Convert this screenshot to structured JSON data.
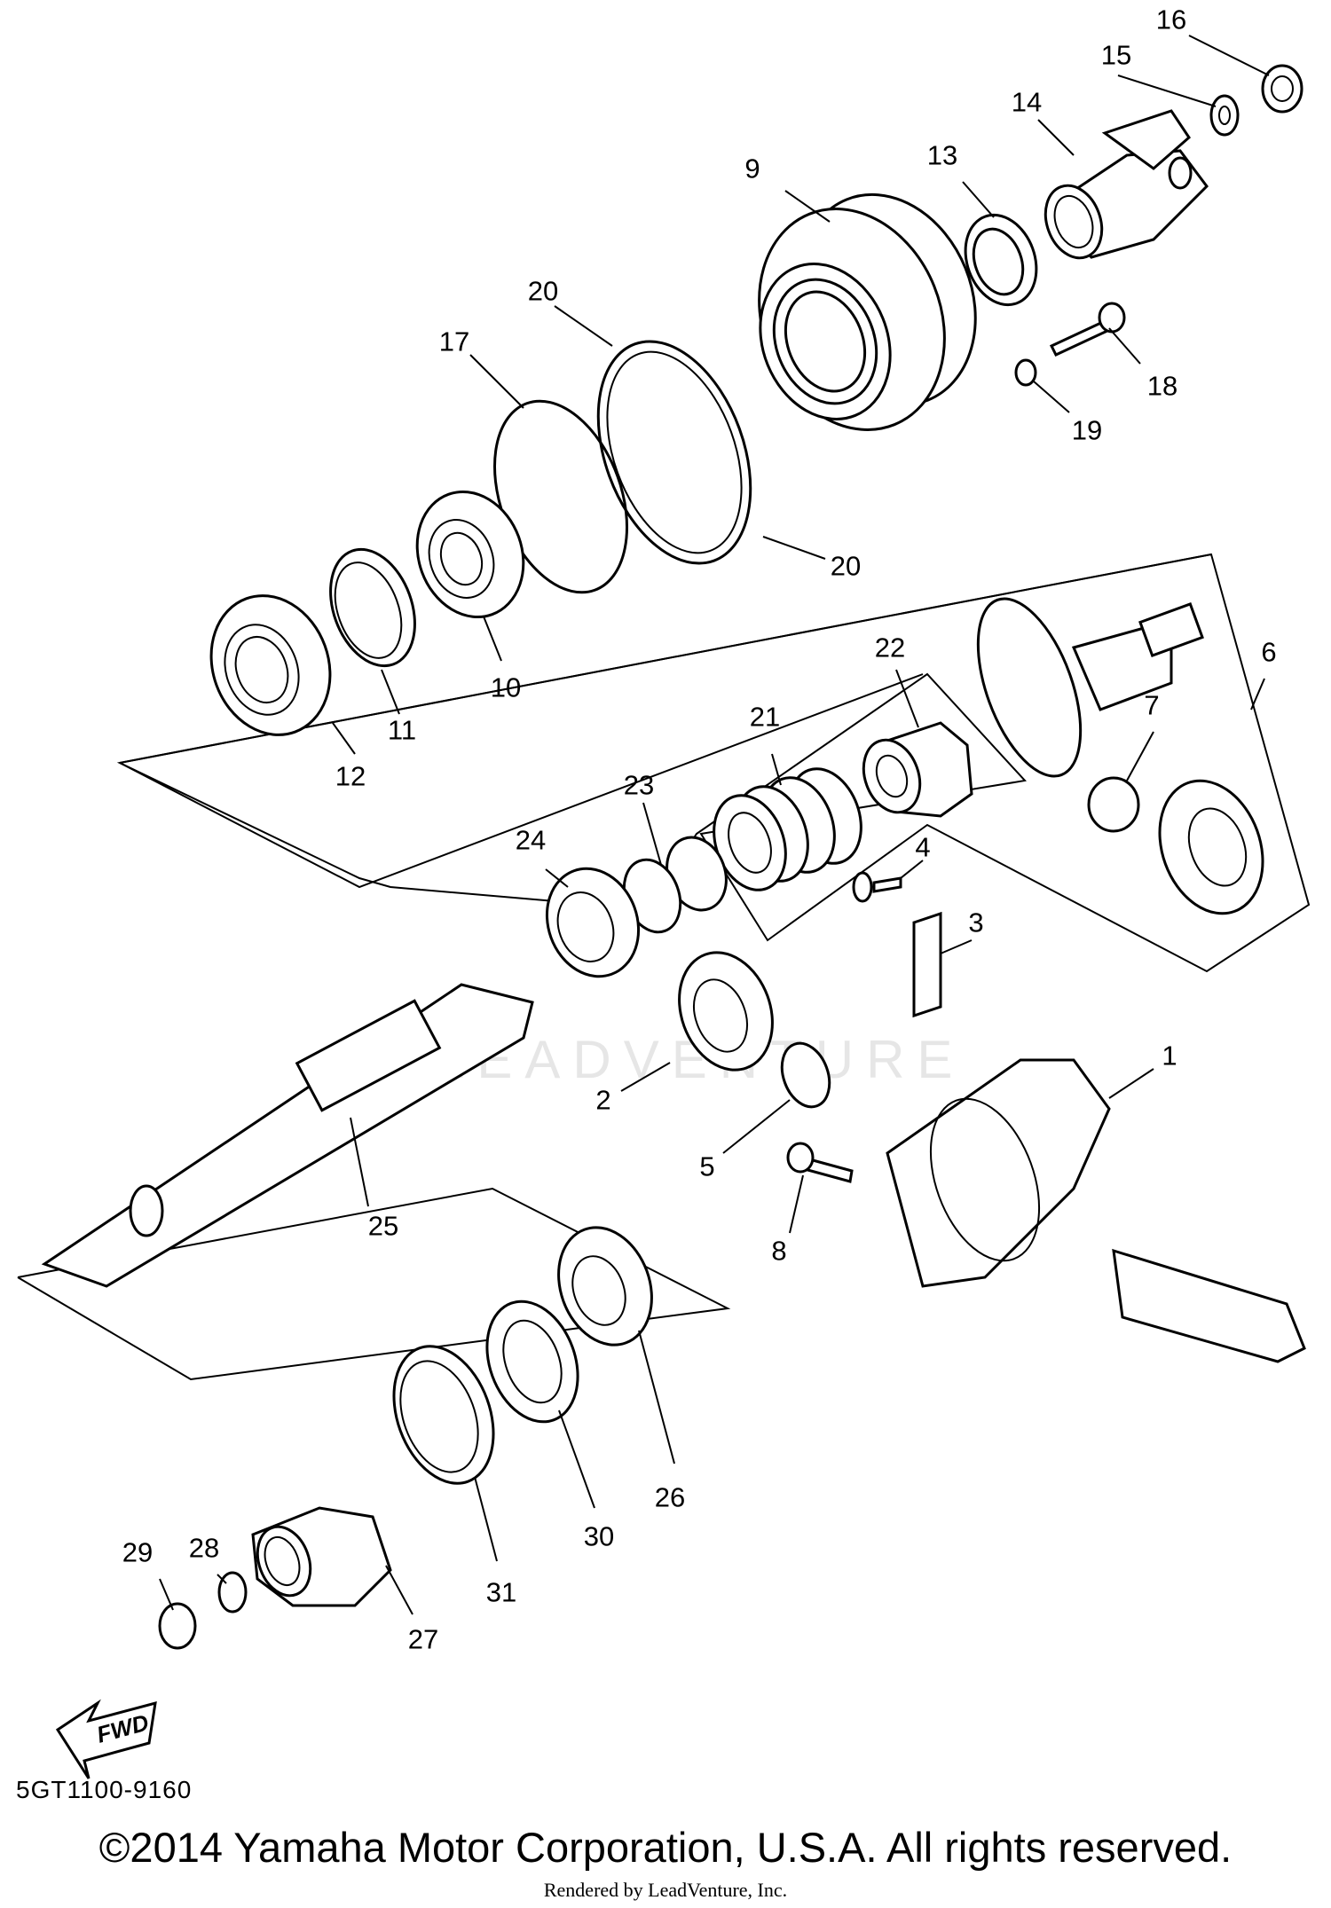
{
  "diagram": {
    "callouts": [
      "1",
      "2",
      "3",
      "4",
      "5",
      "6",
      "7",
      "8",
      "9",
      "10",
      "11",
      "12",
      "13",
      "14",
      "15",
      "16",
      "17",
      "18",
      "19",
      "20",
      "20",
      "21",
      "22",
      "23",
      "24",
      "25",
      "26",
      "27",
      "28",
      "29",
      "30",
      "31"
    ],
    "direction_label": "FWD",
    "watermark": "LEADVENTURE"
  },
  "footer": {
    "diagram_code": "5GT1100-9160",
    "copyright": "©2014 Yamaha Motor Corporation, U.S.A. All rights reserved.",
    "rendered_by": "Rendered by LeadVenture, Inc."
  }
}
